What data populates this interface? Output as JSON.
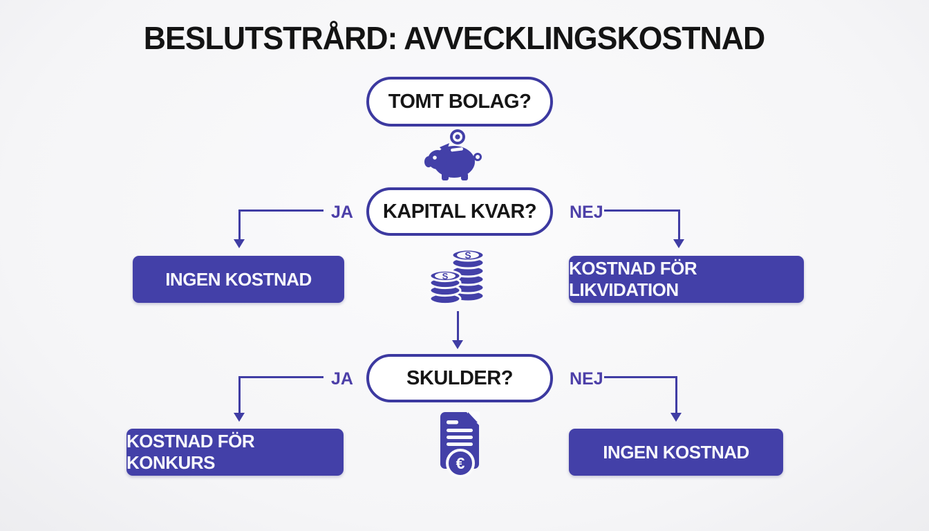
{
  "title": "BESLUTSTRÅRD: AVVECKLINGSKOSTNAD",
  "labels": {
    "yes": "JA",
    "no": "NEJ"
  },
  "nodes": {
    "q_empty_company": "TOMT BOLAG?",
    "q_capital_left": "KAPITAL KVAR?",
    "q_debts": "SKULDER?"
  },
  "outcomes": {
    "no_cost_capital": "INGEN KOSTNAD",
    "liquidation": "KOSTNAD FÖR LIKVIDATION",
    "bankruptcy": "KOSTNAD FÖR KONKURS",
    "no_cost_debts": "INGEN KOSTNAD"
  },
  "icons": {
    "piggy_bank": "piggy-bank-icon",
    "coin_stack": "coin-stack-icon",
    "invoice_euro": "invoice-euro-icon",
    "coin_letter": "S",
    "euro_symbol": "€"
  },
  "colors": {
    "accent": "#4340A8",
    "outline": "#3C39A0",
    "connector": "#403DA4",
    "branch_text": "#4C3FA8",
    "question_text": "#161616",
    "outcome_text": "#F8F8FC",
    "background": "#F6F6F8"
  }
}
